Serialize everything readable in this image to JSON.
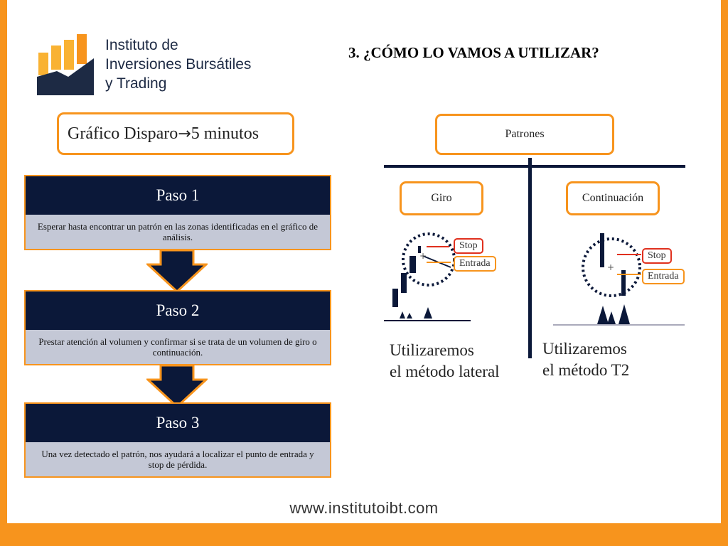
{
  "logo": {
    "lines": [
      "Instituto de",
      "Inversiones Bursátiles",
      "y Trading"
    ],
    "colors": {
      "orange": "#f7941d",
      "navy": "#0b1839"
    }
  },
  "title": "3. ¿CÓMO LO VAMOS A UTILIZAR?",
  "grafico": {
    "prefix": "Gráfico Disparo ",
    "arrow": "→",
    "suffix": "5 minutos"
  },
  "steps": [
    {
      "title": "Paso 1",
      "text": "Esperar hasta encontrar un patrón en las zonas identificadas en el gráfico de análisis."
    },
    {
      "title": "Paso 2",
      "text": "Prestar atención al volumen y confirmar si se trata de un volumen de giro o continuación."
    },
    {
      "title": "Paso 3",
      "text": "Una vez detectado el patrón, nos ayudará a localizar el punto de entrada y stop de pérdida."
    }
  ],
  "patrones": {
    "label": "Patrones",
    "giro": {
      "label": "Giro",
      "stop": "Stop",
      "entrada": "Entrada",
      "method": [
        "Utilizaremos",
        "el método lateral"
      ]
    },
    "continuacion": {
      "label": "Continuación",
      "stop": "Stop",
      "entrada": "Entrada",
      "method": [
        "Utilizaremos",
        "el método T2"
      ]
    }
  },
  "footer": {
    "url": "www.institutoibt.com"
  },
  "colors": {
    "accent": "#f7941d",
    "navy": "#0b1839",
    "step_body": "#c4c8d6",
    "stop_red": "#e0301e"
  }
}
